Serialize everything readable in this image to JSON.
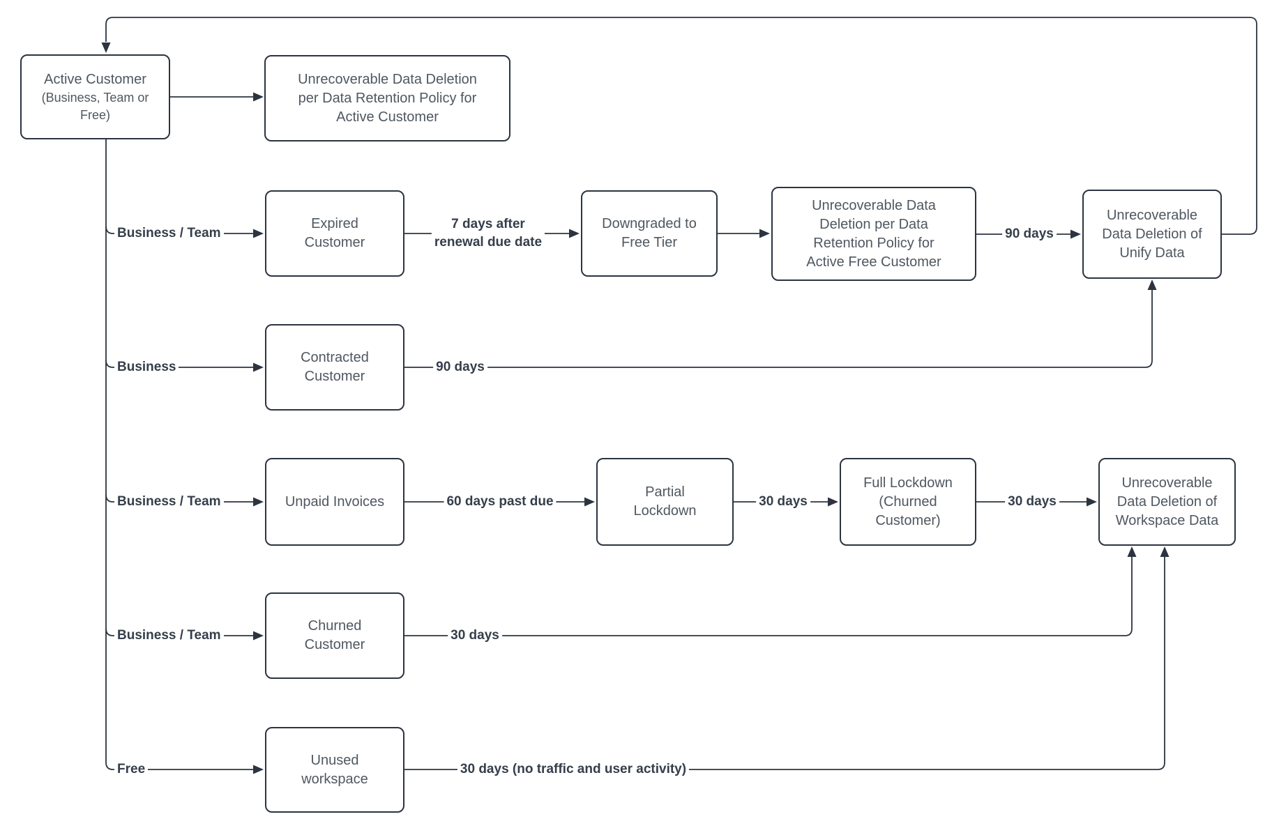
{
  "diagram": {
    "nodes": {
      "active_customer": {
        "lines": [
          "Active Customer",
          "(Business, Team or",
          "Free)"
        ]
      },
      "unrecoverable_active": {
        "lines": [
          "Unrecoverable Data Deletion",
          "per Data Retention Policy for",
          "Active Customer"
        ]
      },
      "expired_customer": {
        "lines": [
          "Expired",
          "Customer"
        ]
      },
      "downgraded_free_tier": {
        "lines": [
          "Downgraded to",
          "Free Tier"
        ]
      },
      "unrecoverable_active_free": {
        "lines": [
          "Unrecoverable Data",
          "Deletion per Data",
          "Retention Policy for",
          "Active Free Customer"
        ]
      },
      "unify_deletion": {
        "lines": [
          "Unrecoverable",
          "Data Deletion of",
          "Unify Data"
        ]
      },
      "contracted_customer": {
        "lines": [
          "Contracted",
          "Customer"
        ]
      },
      "unpaid_invoices": {
        "lines": [
          "Unpaid Invoices"
        ]
      },
      "partial_lockdown": {
        "lines": [
          "Partial",
          "Lockdown"
        ]
      },
      "full_lockdown": {
        "lines": [
          "Full Lockdown",
          "(Churned",
          "Customer)"
        ]
      },
      "workspace_deletion": {
        "lines": [
          "Unrecoverable",
          "Data Deletion of",
          "Workspace Data"
        ]
      },
      "churned_customer": {
        "lines": [
          "Churned",
          "Customer"
        ]
      },
      "unused_workspace": {
        "lines": [
          "Unused",
          "workspace"
        ]
      }
    },
    "edge_labels": {
      "branch_business_team_row2": "Business / Team",
      "branch_business_row3": "Business",
      "branch_business_team_row4": "Business / Team",
      "branch_business_team_row5": "Business / Team",
      "branch_free_row6": "Free",
      "seven_days": {
        "lines": [
          "7 days after",
          "renewal due date"
        ]
      },
      "ninety_days_row2": "90 days",
      "ninety_days_row3": "90 days",
      "sixty_days_past_due": "60 days past due",
      "thirty_days_partial_to_full": "30 days",
      "thirty_days_full_to_deletion": "30 days",
      "thirty_days_churned": "30 days",
      "thirty_days_unused": "30 days (no traffic and user activity)"
    },
    "colors": {
      "stroke": "#2b3440",
      "node_text": "#4f5760",
      "label_text": "#353e4a",
      "background": "#ffffff"
    }
  }
}
